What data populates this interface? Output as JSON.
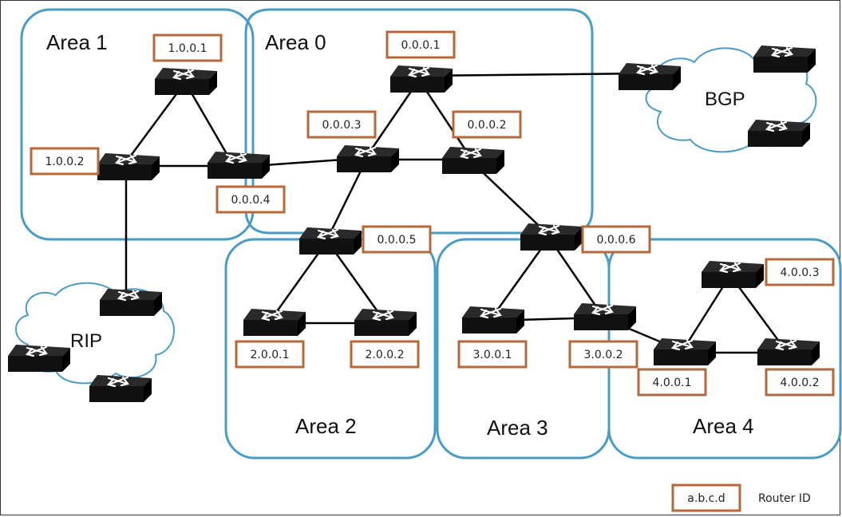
{
  "areas": {
    "area1": "Area 1",
    "area0": "Area 0",
    "area2": "Area 2",
    "area3": "Area 3",
    "area4": "Area 4"
  },
  "clouds": {
    "bgp": "BGP",
    "rip": "RIP"
  },
  "router_ids": {
    "r1001": "1.0.0.1",
    "r1002": "1.0.0.2",
    "r0001": "0.0.0.1",
    "r0002": "0.0.0.2",
    "r0003": "0.0.0.3",
    "r0004": "0.0.0.4",
    "r0005": "0.0.0.5",
    "r0006": "0.0.0.6",
    "r2001": "2.0.0.1",
    "r2002": "2.0.0.2",
    "r3001": "3.0.0.1",
    "r3002": "3.0.0.2",
    "r4001": "4.0.0.1",
    "r4002": "4.0.0.2",
    "r4003": "4.0.0.3"
  },
  "legend": {
    "sample": "a.b.c.d",
    "label": "Router ID"
  },
  "colors": {
    "area_border": "#4a9cc8",
    "id_border": "#b5683a",
    "switch_body": "#1c1c1c"
  }
}
